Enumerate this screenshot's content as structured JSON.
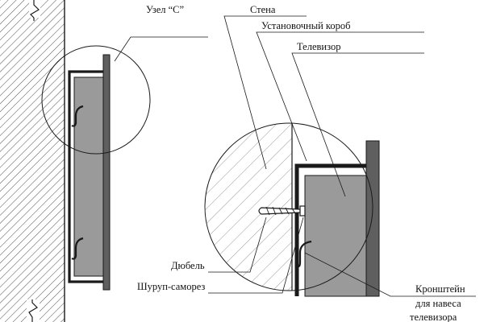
{
  "labels": {
    "node_c": "Узел “С”",
    "wall": "Стена",
    "mount_box": "Установочный короб",
    "tv": "Телевизор",
    "dowel": "Дюбель",
    "screw": "Шуруп-саморез",
    "bracket_line1": "Кронштейн",
    "bracket_line2": "для навеса",
    "bracket_line3": "телевизора"
  },
  "colors": {
    "line": "#1a1a1a",
    "tv_fill": "#9a9a9a",
    "tv_front": "#5f5f5f",
    "hatch": "#3a3a3a"
  }
}
